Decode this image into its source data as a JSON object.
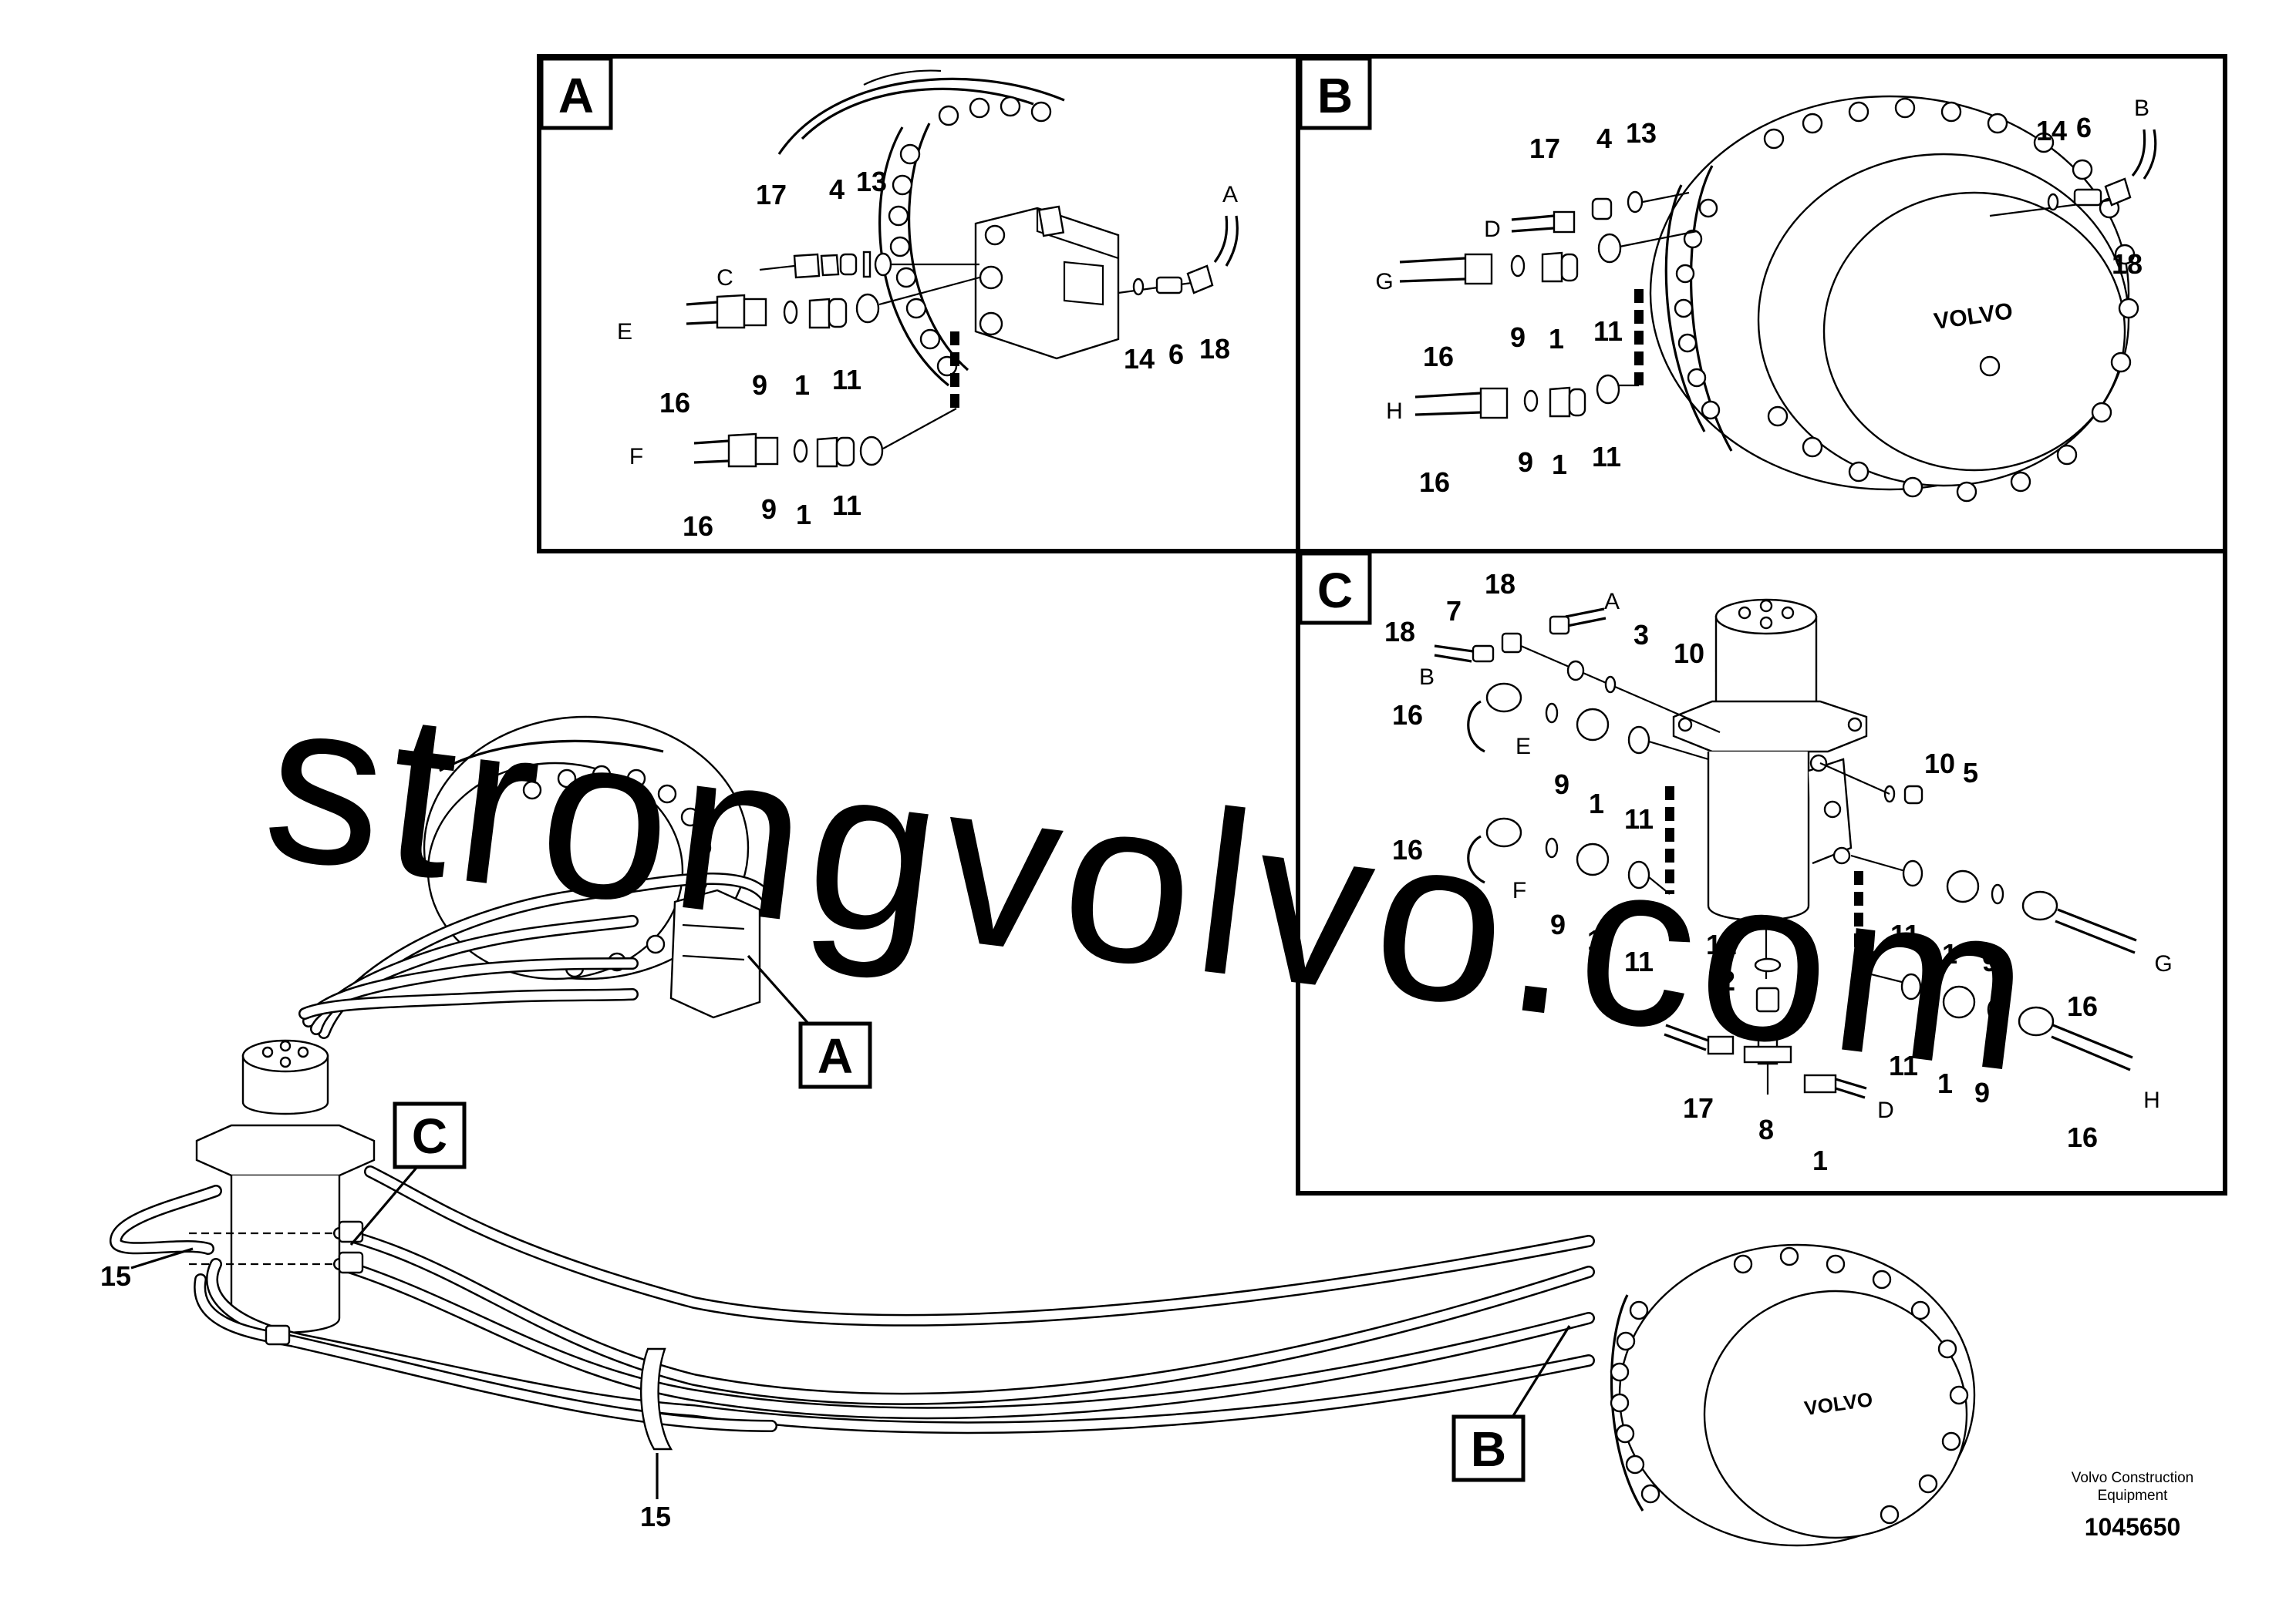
{
  "panels": {
    "a": {
      "title": "A",
      "labels": {
        "n17": "17",
        "n4": "4",
        "n13": "13",
        "n16a": "16",
        "n9a": "9",
        "n1a": "1",
        "n11a": "11",
        "n14": "14",
        "n6": "6",
        "n18": "18",
        "n16b": "16",
        "n9b": "9",
        "n1b": "1",
        "n11b": "11"
      },
      "letters": {
        "a": "A",
        "c": "C",
        "e": "E",
        "f": "F"
      }
    },
    "b": {
      "title": "B",
      "labels": {
        "n17": "17",
        "n4": "4",
        "n13": "13",
        "n16a": "16",
        "n9a": "9",
        "n1a": "1",
        "n11a": "11",
        "n14": "14",
        "n6": "6",
        "n18": "18",
        "n16b": "16",
        "n9b": "9",
        "n1b": "1",
        "n11b": "11"
      },
      "letters": {
        "b": "B",
        "d": "D",
        "g": "G",
        "h": "H"
      },
      "brand": "VOLVO"
    },
    "c": {
      "title": "C",
      "labels": {
        "n18a": "18",
        "n7": "7",
        "n18b": "18",
        "n3": "3",
        "n10a": "10",
        "n16a": "16",
        "n9a": "9",
        "n1a": "1",
        "n11a": "11",
        "n10b": "10",
        "n5": "5",
        "n16b": "16",
        "n9b": "9",
        "n1b": "1",
        "n11b": "11",
        "n12": "12",
        "n2": "2",
        "n11c": "11",
        "n1c": "1",
        "n9c": "9",
        "n16c": "16",
        "n11d": "11",
        "n1d": "1",
        "n9d": "9",
        "n17": "17",
        "n8": "8",
        "n16d": "16",
        "n17b": "1"
      },
      "letters": {
        "a": "A",
        "b": "B",
        "e": "E",
        "f": "F",
        "g": "G",
        "c": "C",
        "d": "D",
        "h": "H"
      }
    }
  },
  "overview": {
    "callouts": {
      "a": "A",
      "c": "C",
      "b": "B"
    },
    "labels": {
      "n15a": "15",
      "n15b": "15"
    },
    "brand": "VOLVO"
  },
  "footer": {
    "company": "Volvo Construction",
    "company2": "Equipment",
    "docnum": "1045650"
  },
  "watermark": "strongvolvo.com"
}
